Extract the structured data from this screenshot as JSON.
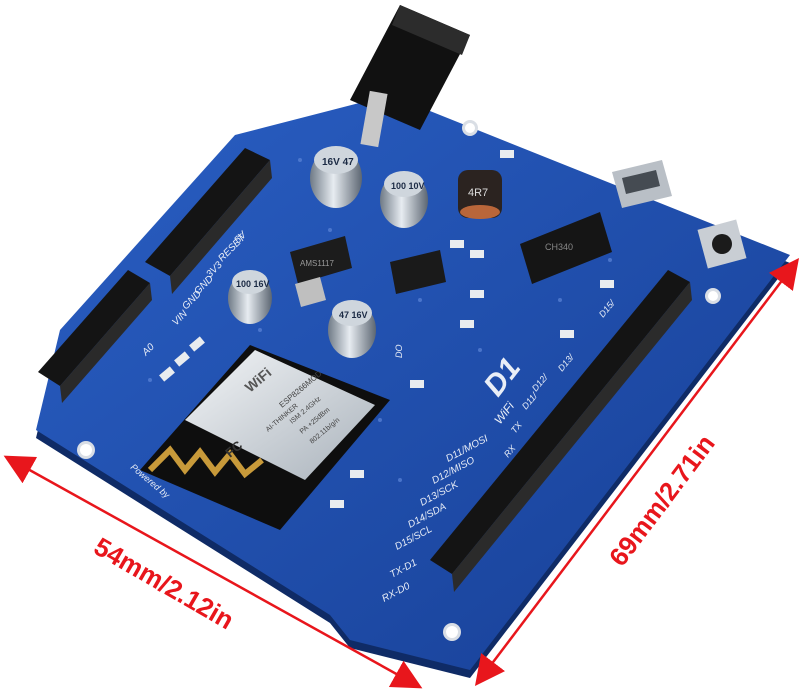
{
  "dimensions": {
    "width_label": "54mm/2.12in",
    "height_label": "69mm/2.71in",
    "color": "#e8161c"
  },
  "board": {
    "name": "D1",
    "subtitle": "WiFi",
    "pcb_color": "#1f4fb0",
    "power_labels": [
      "5V",
      "RESET",
      "3V3",
      "GND",
      "GND",
      "VIN"
    ],
    "analog_label": "A0",
    "powered_by": "Powered by",
    "right_labels": [
      "D15/",
      "D13/",
      "D12/",
      "D11/",
      "TX",
      "RX"
    ],
    "bottom_labels": [
      "D11/MOSI",
      "D12/MISO",
      "D13/SCK",
      "D14/SDA",
      "D15/SCL",
      "TX-D1",
      "RX-D0"
    ],
    "side_label": "DO"
  },
  "module": {
    "brand": "WiFi",
    "model": "ESP8266MOD",
    "vendor": "AI-THINKER",
    "ism": "ISM 2.4GHz",
    "pa": "PA +25dBm",
    "std": "802.11b/g/n",
    "fc": "FC"
  },
  "components": {
    "cap1": "16V 47",
    "cap2": "100 10V",
    "cap3": "100 16V",
    "cap4": "47 16V",
    "inductor": "4R7",
    "regulator": "AMS1117",
    "usb_chip": "CH340"
  }
}
